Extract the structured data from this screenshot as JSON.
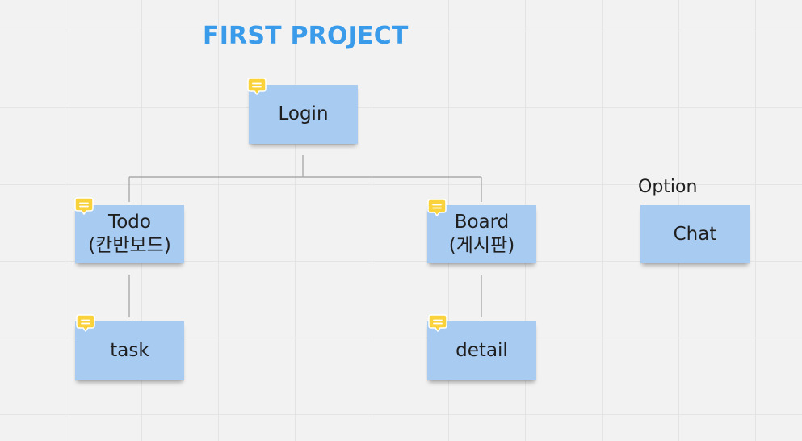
{
  "title": "FIRST PROJECT",
  "colors": {
    "title": "#3a9bea",
    "sticky_note": "#a8cbf2",
    "comment_badge": "#f9d23c",
    "connector": "#aaaaaa"
  },
  "notes": {
    "login": {
      "text": "Login",
      "comment_icon": "comment-icon"
    },
    "todo": {
      "text": "Todo\n(칸반보드)",
      "comment_icon": "comment-icon"
    },
    "board": {
      "text": "Board\n(게시판)",
      "comment_icon": "comment-icon"
    },
    "task": {
      "text": "task",
      "comment_icon": "comment-icon"
    },
    "detail": {
      "text": "detail",
      "comment_icon": "comment-icon"
    },
    "chat": {
      "text": "Chat"
    }
  },
  "option_label": "Option"
}
